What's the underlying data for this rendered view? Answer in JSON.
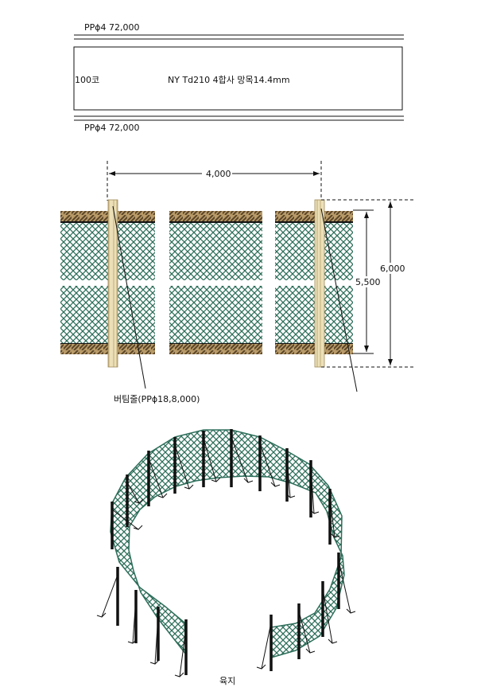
{
  "top_spec": {
    "upper_rope_label": "PPϕ4   72,000",
    "lower_rope_label": "PPϕ4   72,000",
    "mesh_count_label": "100코",
    "net_spec_label": "NY Td210  4합사 망목14.4mm"
  },
  "dimensions": {
    "pole_spacing_label": "4,000",
    "net_height_label": "5,500",
    "pole_height_label": "6,000"
  },
  "pole_rope_label": "버팀줄(PPϕ18,8,000)",
  "land_label": "육지",
  "colors": {
    "net": "#2d6e5a",
    "rope_brown": "#9a7d4e",
    "pole": "#e8d8a8",
    "dark_line": "#111111"
  }
}
